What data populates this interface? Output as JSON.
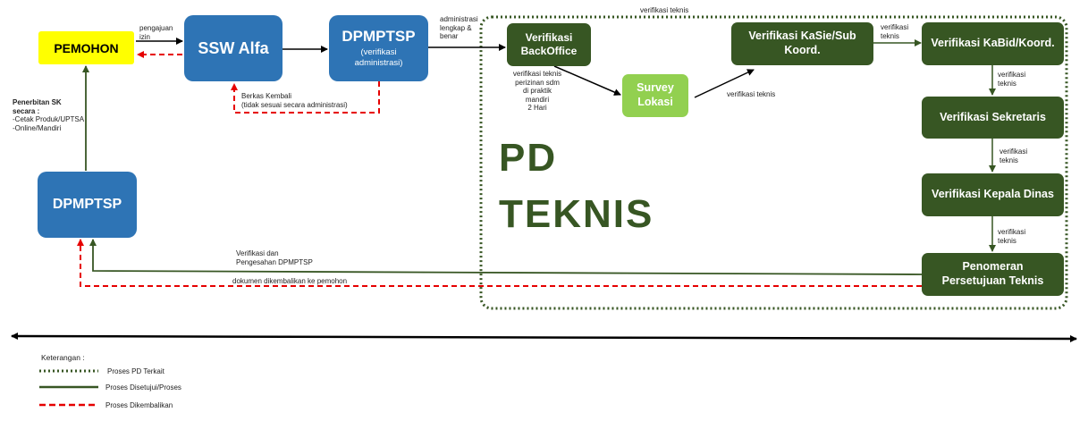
{
  "nodes": {
    "pemohon": "PEMOHON",
    "ssw_alfa": "SSW Alfa",
    "dpmptsp_top_title": "DPMPTSP",
    "dpmptsp_top_sub": "(verifikasi administrasi)",
    "dpmptsp_bottom": "DPMPTSP",
    "verifikasi_backoffice": "Verifikasi BackOffice",
    "survey_lokasi": "Survey Lokasi",
    "verifikasi_kasie": "Verifikasi KaSie/Sub Koord.",
    "verifikasi_kabid": "Verifikasi KaBid/Koord.",
    "verifikasi_sekretaris": "Verifikasi Sekretaris",
    "verifikasi_kepala_dinas": "Verifikasi Kepala Dinas",
    "penomeran": "Penomeran Persetujuan Teknis"
  },
  "region": {
    "line1": "PD",
    "line2": "TEKNIS"
  },
  "labels": {
    "pengajuan_izin": [
      "pengajuan",
      "izin"
    ],
    "administrasi": [
      "administrasi",
      "lengkap &",
      "benar"
    ],
    "verifikasi_teknis_top": "verifikasi teknis",
    "backoffice_note": [
      "verifikasi teknis",
      "perizinan sdm",
      "di praktik",
      "mandiri",
      "2 Hari"
    ],
    "survey_to_kasie": "verifikasi teknis",
    "kasie_to_kabid": [
      "verifikasi",
      "teknis"
    ],
    "kabid_to_sekretaris": [
      "verifikasi",
      "teknis"
    ],
    "sekretaris_to_kadin": [
      "verifikasi",
      "teknis"
    ],
    "kadin_to_penomeran": [
      "verifikasi",
      "teknis"
    ],
    "berkas_kembali": [
      "Berkas Kembali",
      "(tidak sesuai secara administrasi)"
    ],
    "penerbitan_title": [
      "Penerbitan SK",
      "secara :"
    ],
    "penerbitan_items": [
      "-Cetak Produk/UPTSA",
      "-Online/Mandiri"
    ],
    "verifikasi_pengesahan": [
      "Verifikasi dan",
      "Pengesahan DPMPTSP"
    ],
    "dokumen_dikembalikan": "dokumen dikembalikan ke pemohon"
  },
  "legend": {
    "title": "Keterangan :",
    "items": [
      {
        "label": "Proses PD Terkait",
        "style": "dotted",
        "color": "#375623"
      },
      {
        "label": "Proses Disetujui/Proses",
        "style": "solid",
        "color": "#375623"
      },
      {
        "label": "Proses Dikembalikan",
        "style": "dashed",
        "color": "#e60000"
      }
    ]
  },
  "colors": {
    "blue": "#2e74b5",
    "dark_green": "#375623",
    "light_green": "#92d050",
    "yellow": "#ffff00",
    "red": "#e60000"
  }
}
